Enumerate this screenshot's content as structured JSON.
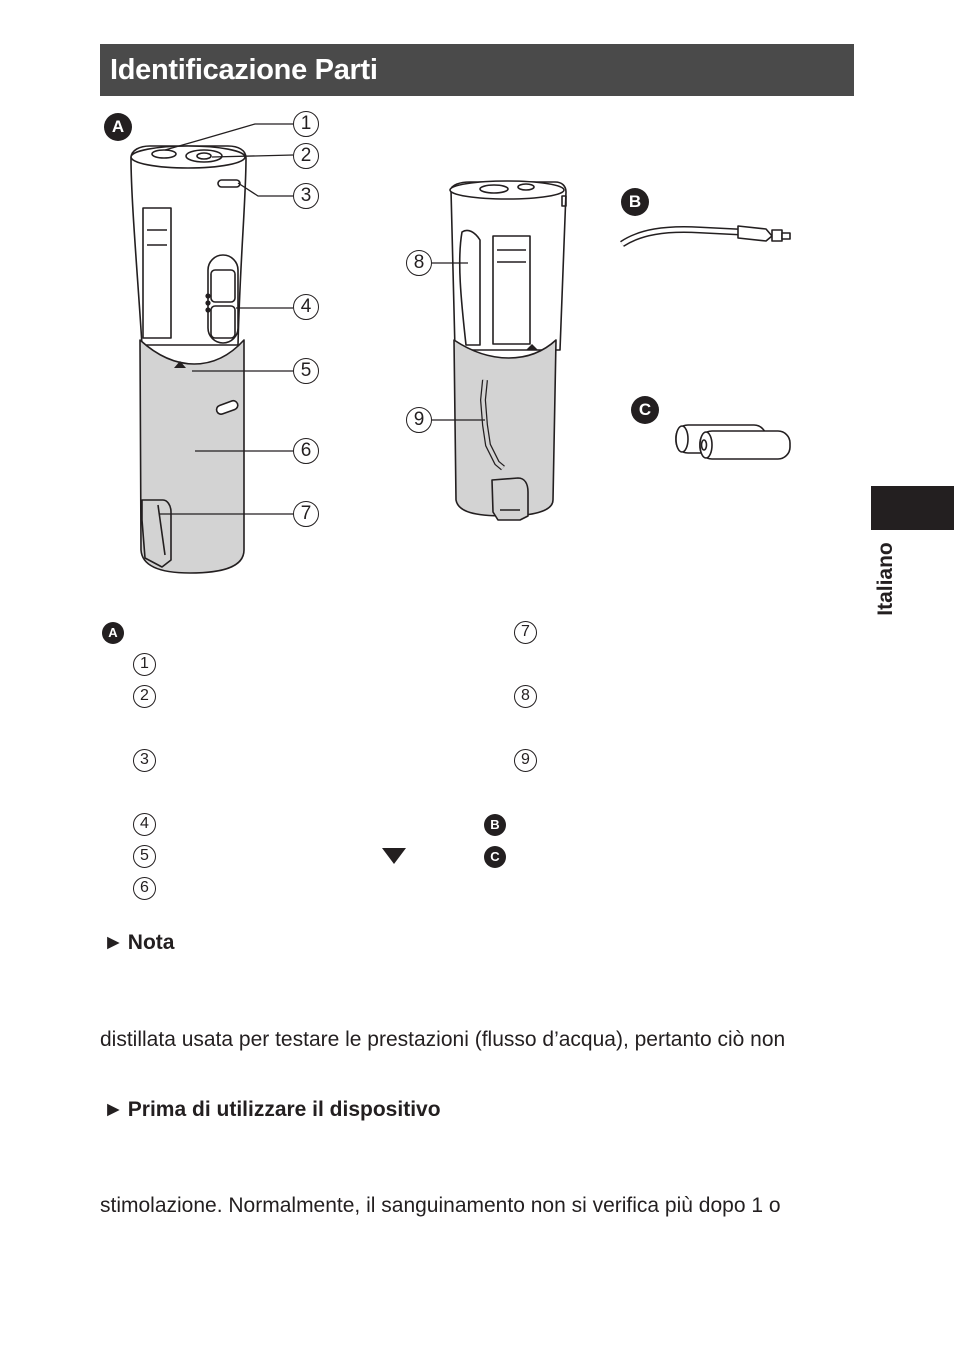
{
  "section": {
    "title": "Identificazione Parti"
  },
  "side_tab": {
    "language": "Italiano"
  },
  "figure": {
    "group_badges": {
      "a": "A",
      "b": "B",
      "c": "C"
    },
    "callouts": [
      "1",
      "2",
      "3",
      "4",
      "5",
      "6",
      "7",
      "8",
      "9"
    ],
    "colors": {
      "body": "#ffffff",
      "tank": "#d3d3d3",
      "outline": "#231f20"
    }
  },
  "legend": {
    "badge_a": "A",
    "badge_b": "B",
    "badge_c": "C",
    "items_left": [
      "1",
      "2",
      "3",
      "4",
      "5",
      "6"
    ],
    "items_right": [
      "7",
      "8",
      "9"
    ],
    "marker_icon": "down-triangle-icon"
  },
  "notes": [
    {
      "heading": "Nota",
      "line": "distillata usata per testare le prestazioni (flusso d’acqua), pertanto ciò non"
    },
    {
      "heading": "Prima di utilizzare il dispositivo",
      "line": "stimolazione. Normalmente, il sanguinamento non si verifica più dopo 1 o"
    }
  ]
}
